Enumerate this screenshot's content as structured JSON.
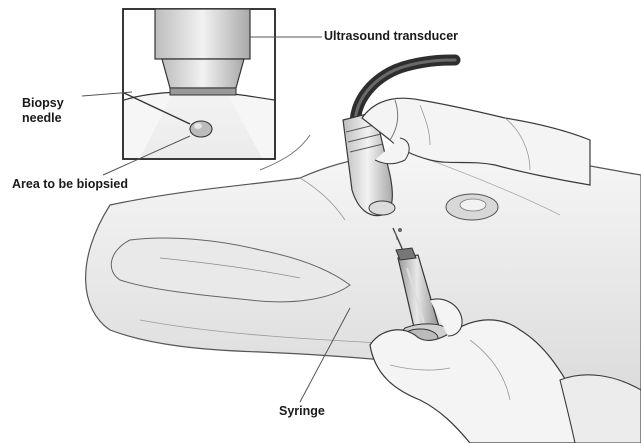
{
  "labels": {
    "transducer": "Ultrasound transducer",
    "needle_line1": "Biopsy",
    "needle_line2": "needle",
    "area": "Area to be biopsied",
    "syringe": "Syringe"
  },
  "colors": {
    "outline": "#3a3a3a",
    "skin": "#efefef",
    "shade": "#cfcfcf",
    "glove": "#f4f4f4",
    "leader": "#555555"
  }
}
